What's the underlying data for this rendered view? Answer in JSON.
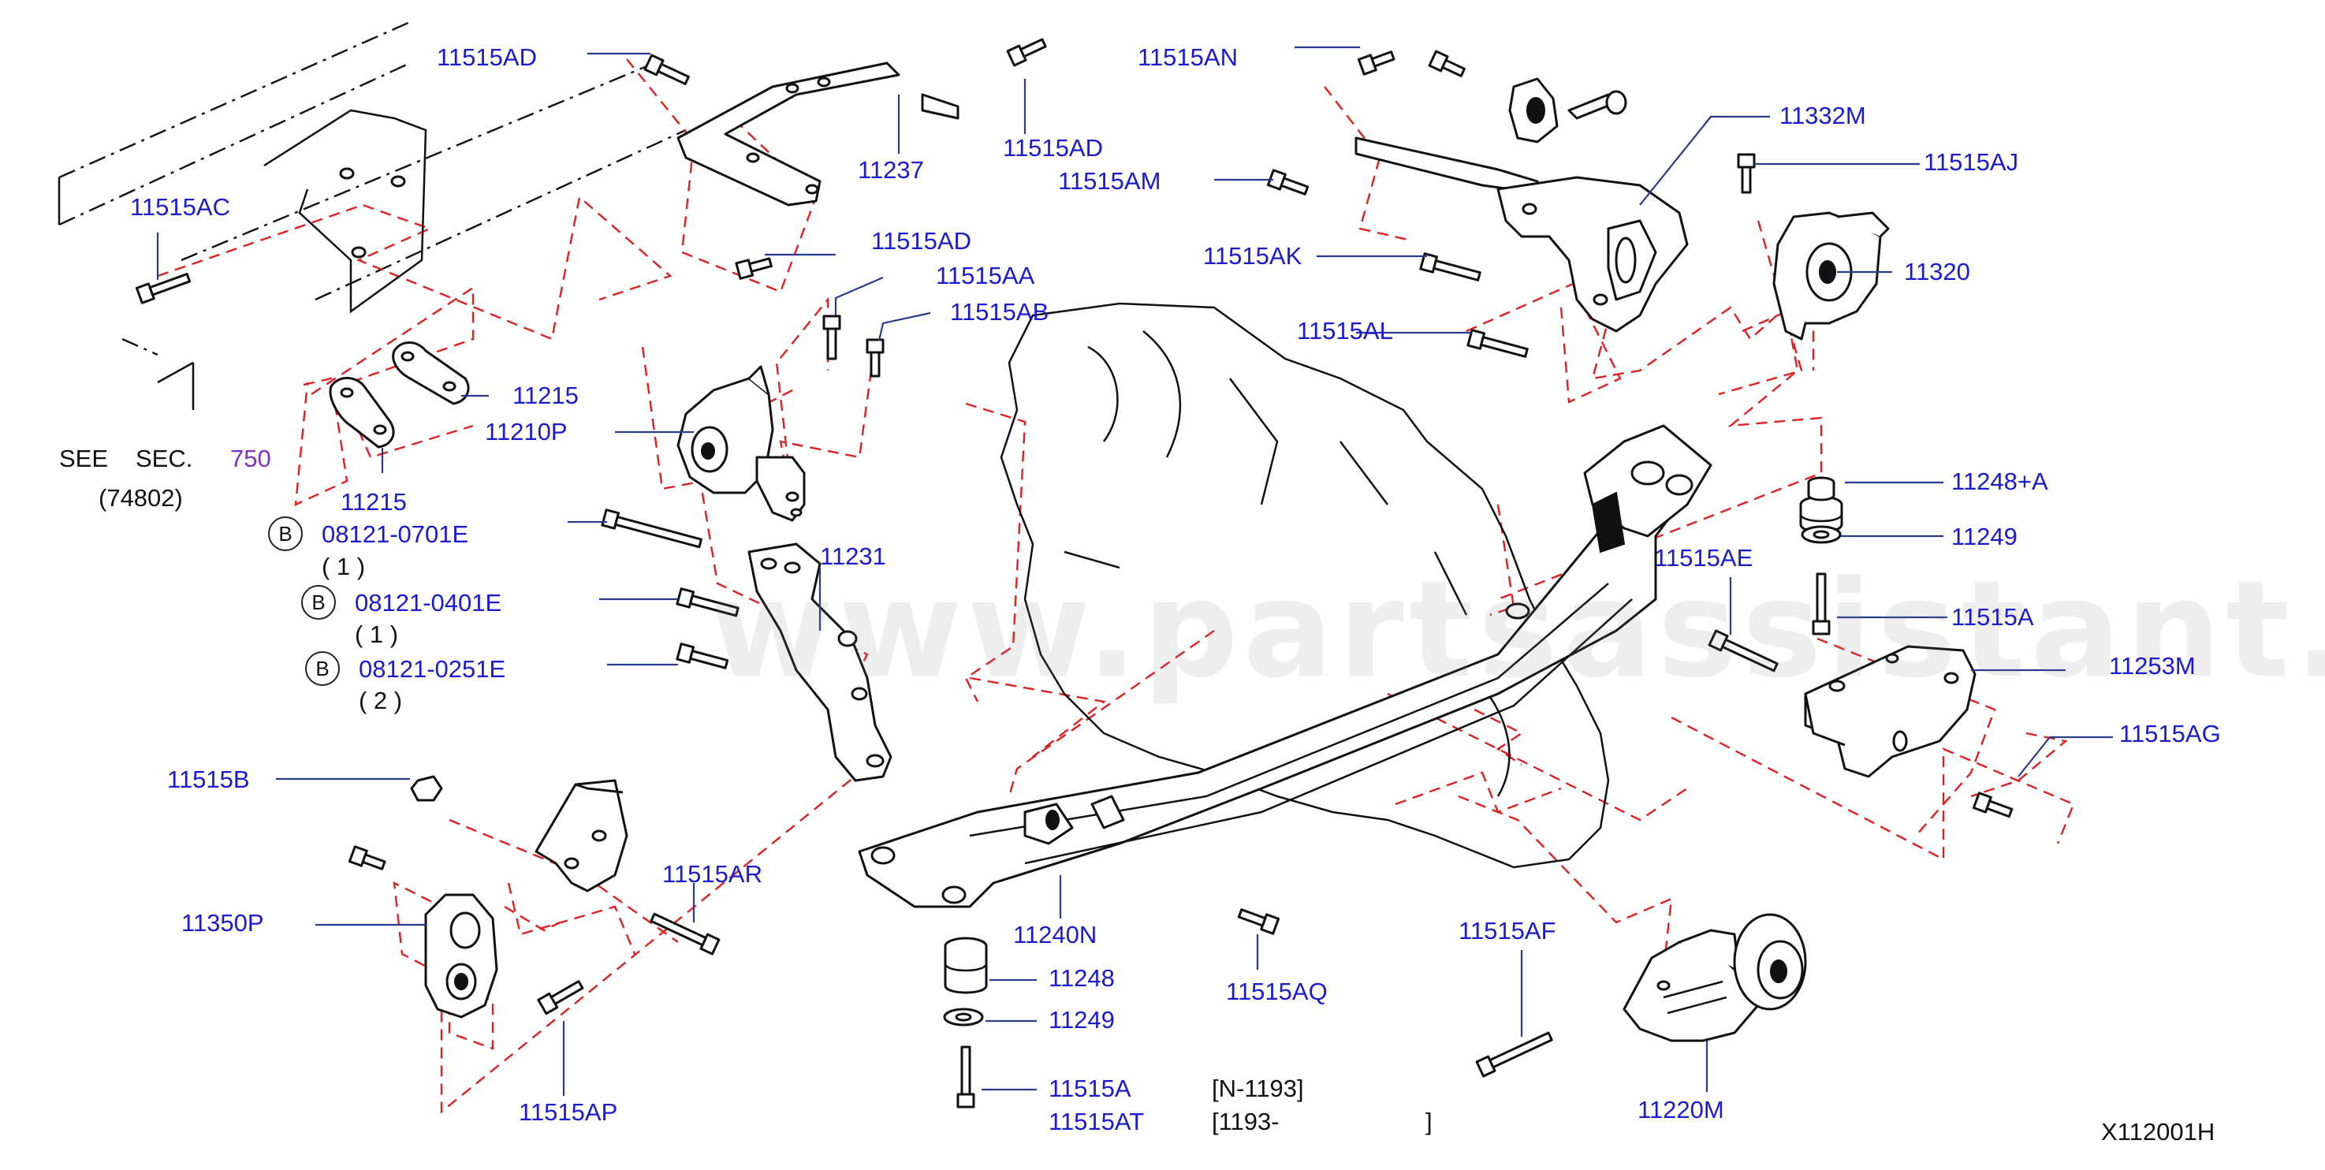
{
  "diagram": {
    "diagram_code": "X112001H",
    "watermark": "www.partsassistant.com",
    "see_section": {
      "line1_a": "SEE",
      "line1_b": "SEC.",
      "section_number": "750",
      "line2": "(74802)"
    },
    "serial_notes": {
      "note_a": "[N-1193]",
      "note_b": "[1193-",
      "note_b_close": "]"
    },
    "colors": {
      "part_label": "#1a1ad0",
      "link_section": "#7a32c8",
      "dashed_guide": "#e02020",
      "leader_line": "#2b3a8c",
      "drawing": "#111111"
    },
    "callouts": [
      {
        "id": "11515AD-a",
        "text": "11515AD"
      },
      {
        "id": "11237",
        "text": "11237"
      },
      {
        "id": "11515AD-b",
        "text": "11515AD"
      },
      {
        "id": "11515AN",
        "text": "11515AN"
      },
      {
        "id": "11332M",
        "text": "11332M"
      },
      {
        "id": "11515AJ",
        "text": "11515AJ"
      },
      {
        "id": "11515AM",
        "text": "11515AM"
      },
      {
        "id": "11515AC",
        "text": "11515AC"
      },
      {
        "id": "11515AD-c",
        "text": "11515AD"
      },
      {
        "id": "11515AA",
        "text": "11515AA"
      },
      {
        "id": "11515AB",
        "text": "11515AB"
      },
      {
        "id": "11515AK",
        "text": "11515AK"
      },
      {
        "id": "11320",
        "text": "11320"
      },
      {
        "id": "11515AL",
        "text": "11515AL"
      },
      {
        "id": "11215-a",
        "text": "11215"
      },
      {
        "id": "11210P",
        "text": "11210P"
      },
      {
        "id": "11215-b",
        "text": "11215"
      },
      {
        "id": "11248A",
        "text": "11248+A"
      },
      {
        "id": "11249-a",
        "text": "11249"
      },
      {
        "id": "11231",
        "text": "11231"
      },
      {
        "id": "11515AE",
        "text": "11515AE"
      },
      {
        "id": "11515A-a",
        "text": "11515A"
      },
      {
        "id": "11253M",
        "text": "11253M"
      },
      {
        "id": "11515AG",
        "text": "11515AG"
      },
      {
        "id": "11515B",
        "text": "11515B"
      },
      {
        "id": "11515AR",
        "text": "11515AR"
      },
      {
        "id": "11350P",
        "text": "11350P"
      },
      {
        "id": "11240N",
        "text": "11240N"
      },
      {
        "id": "11515AQ",
        "text": "11515AQ"
      },
      {
        "id": "11515AF",
        "text": "11515AF"
      },
      {
        "id": "11248",
        "text": "11248"
      },
      {
        "id": "11249-b",
        "text": "11249"
      },
      {
        "id": "11515A-b",
        "text": "11515A"
      },
      {
        "id": "11515AT",
        "text": "11515AT"
      },
      {
        "id": "11515AP",
        "text": "11515AP"
      },
      {
        "id": "11220M",
        "text": "11220M"
      }
    ],
    "bolt_specs": [
      {
        "badge": "B",
        "part_no": "08121-0701E",
        "qty": "( 1 )"
      },
      {
        "badge": "B",
        "part_no": "08121-0401E",
        "qty": "( 1 )"
      },
      {
        "badge": "B",
        "part_no": "08121-0251E",
        "qty": "( 2 )"
      }
    ]
  }
}
